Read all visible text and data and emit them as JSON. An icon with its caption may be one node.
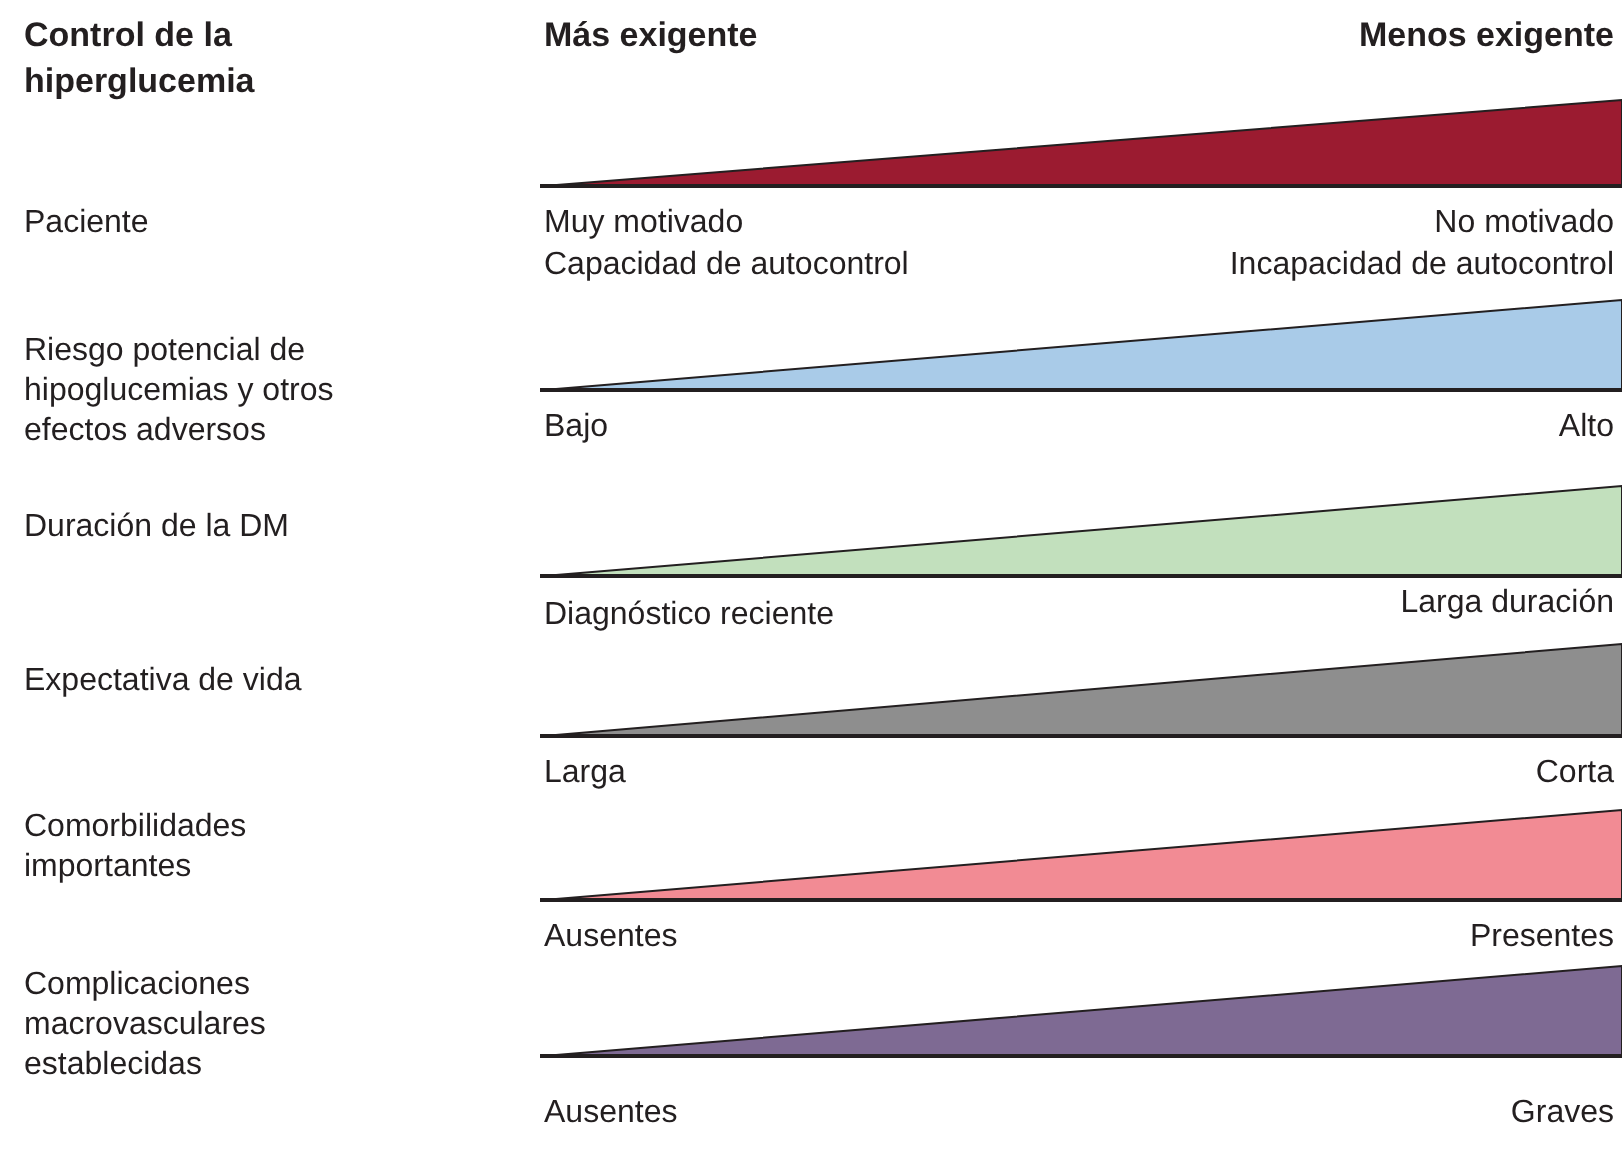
{
  "diagram": {
    "labels": [
      "Control de la hiperglucemia",
      "Más exigente",
      "Menos exigente",
      "Paciente",
      "Muy motivado",
      "No motivado",
      "Capacidad de autocontrol",
      "Incapacidad de autocontrol",
      "Riesgo potencial de hipoglucemias y otros efectos adversos",
      "Bajo",
      "Alto",
      "Duración de la DM",
      "Diagnóstico reciente",
      "Larga duración",
      "Expectativa de vida",
      "Larga",
      "Corta",
      "Comorbilidades importantes",
      "Ausentes",
      "Presentes",
      "Complicaciones macrovasculares establecidas",
      "Ausentes",
      "Graves"
    ]
  }
}
